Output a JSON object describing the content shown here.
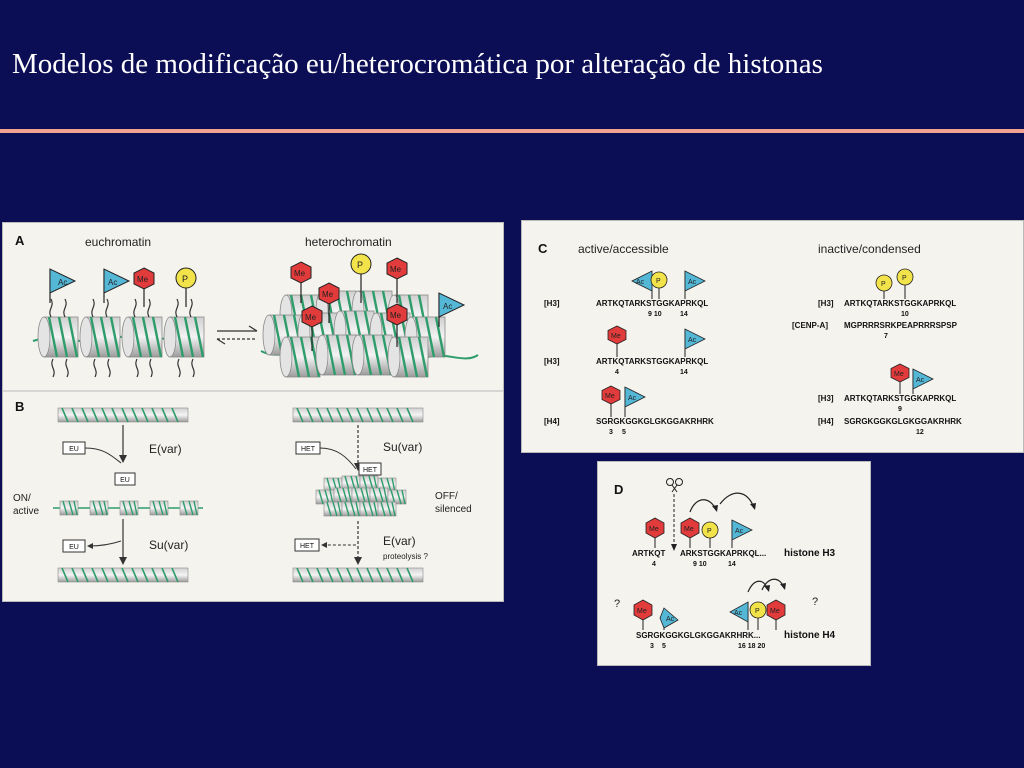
{
  "slide": {
    "title": "Modelos de modificação eu/heterocromática por alteração de histonas"
  },
  "colors": {
    "background": "#0b0d55",
    "accent_rule": "#f2a090",
    "acetyl": "#55b7d6",
    "methyl": "#e23b3b",
    "phospho": "#f3e34a",
    "dna_green": "#2e9d6b"
  },
  "marks": {
    "ac": "Ac",
    "me": "Me",
    "p": "P"
  },
  "figure_ab": {
    "label_a": "A",
    "euchromatin": "euchromatin",
    "heterochromatin": "heterochromatin",
    "label_b": "B",
    "eu": "EU",
    "het": "HET",
    "e_var": "E(var)",
    "su_var": "Su(var)",
    "on_line1": "ON/",
    "on_line2": "active",
    "off_line1": "OFF/",
    "off_line2": "silenced",
    "proteolysis": "proteolysis ?"
  },
  "figure_c": {
    "label": "C",
    "left_heading": "active/accessible",
    "right_heading": "inactive/condensed",
    "left_rows": [
      {
        "tag": "[H3]",
        "seq": "ARTKQTARKSTGGKAPRKQL",
        "pos": "9 10",
        "pos2": "14"
      },
      {
        "tag": "[H3]",
        "seq": "ARTKQTARKSTGGKAPRKQL",
        "pos": "4",
        "pos2": "14"
      },
      {
        "tag": "[H4]",
        "seq": "SGRGKGGKGLGKGGAKRHRK",
        "pos": "3",
        "pos2": "5"
      }
    ],
    "right_rows": [
      {
        "tag": "[H3]",
        "seq": "ARTKQTARKSTGGKAPRKQL",
        "pos": "10"
      },
      {
        "tag": "[CENP-A]",
        "seq": "MGPRRRSRKPEAPRRRSPSP",
        "pos": "7"
      },
      {
        "tag": "[H3]",
        "seq": "ARTKQTARKSTGGKAPRKQL",
        "pos": "9"
      },
      {
        "tag": "[H4]",
        "seq": "SGRGKGGKGLGKGGAKRHRK",
        "pos": "12"
      }
    ]
  },
  "figure_d": {
    "label": "D",
    "h3_seq_a": "ARTKQT",
    "h3_seq_b": "ARKSTGGKAPRKQL...",
    "h3_name": "histone H3",
    "h3_pos_a": "4",
    "h3_pos_b": "9 10",
    "h3_pos_c": "14",
    "h4_seq": "SGRGKGGKGLGKGGAKRHRK...",
    "h4_name": "histone H4",
    "h4_pos_a": "3",
    "h4_pos_b": "5",
    "h4_pos_c": "16  18  20",
    "question": "?"
  }
}
